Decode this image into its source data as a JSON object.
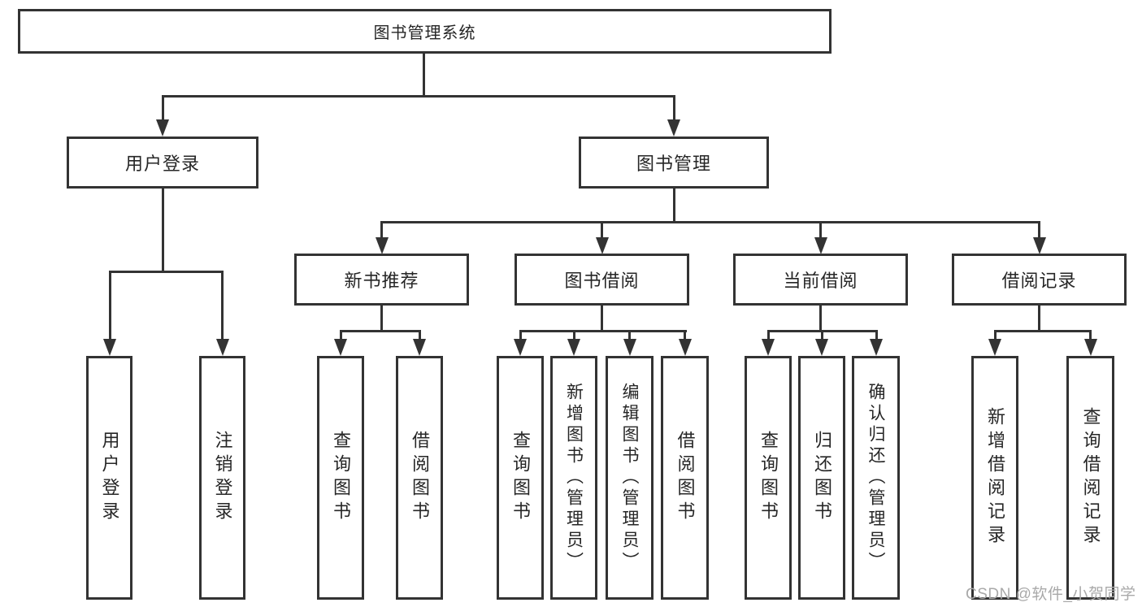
{
  "tree": {
    "root": {
      "label": "图书管理系统"
    },
    "branches": [
      {
        "label": "用户登录",
        "leaves": [
          {
            "label": "用户登录"
          },
          {
            "label": "注销登录"
          }
        ]
      },
      {
        "label": "图书管理",
        "groups": [
          {
            "label": "新书推荐",
            "leaves": [
              {
                "label": "查询图书"
              },
              {
                "label": "借阅图书"
              }
            ]
          },
          {
            "label": "图书借阅",
            "leaves": [
              {
                "label": "查询图书"
              },
              {
                "label": "新增图书（管理员）"
              },
              {
                "label": "编辑图书（管理员）"
              },
              {
                "label": "借阅图书"
              }
            ]
          },
          {
            "label": "当前借阅",
            "leaves": [
              {
                "label": "查询图书"
              },
              {
                "label": "归还图书"
              },
              {
                "label": "确认归还（管理员）"
              }
            ]
          },
          {
            "label": "借阅记录",
            "leaves": [
              {
                "label": "新增借阅记录"
              },
              {
                "label": "查询借阅记录"
              }
            ]
          }
        ]
      }
    ]
  },
  "watermark": {
    "text": "CSDN @软件_小贺同学"
  },
  "colors": {
    "line": "#333333",
    "box_border": "#333333",
    "box_fill": "#ffffff",
    "text": "#262626",
    "watermark": "#a9a9a9",
    "background": "#ffffff"
  }
}
